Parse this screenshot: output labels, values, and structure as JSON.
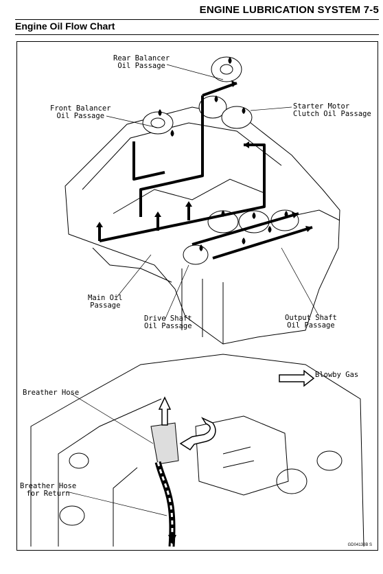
{
  "header": {
    "title": "ENGINE LUBRICATION SYSTEM 7-5"
  },
  "section": {
    "title": "Engine Oil Flow Chart"
  },
  "figure_top": {
    "labels": {
      "rear_balancer": "Rear Balancer\nOil Passage",
      "front_balancer": "Front Balancer\nOil Passage",
      "starter_motor": "Starter Motor\nClutch Oil Passage",
      "main_oil": "Main Oil\nPassage",
      "drive_shaft": "Drive Shaft\nOil Passage",
      "output_shaft": "Output Shaft\nOil Passage"
    }
  },
  "figure_bottom": {
    "labels": {
      "blowby_gas": "Blowby Gas",
      "breather_hose": "Breather Hose",
      "breather_hose_return": "Breather Hose\nfor Return"
    }
  },
  "figure_code": "GD04130B  S"
}
